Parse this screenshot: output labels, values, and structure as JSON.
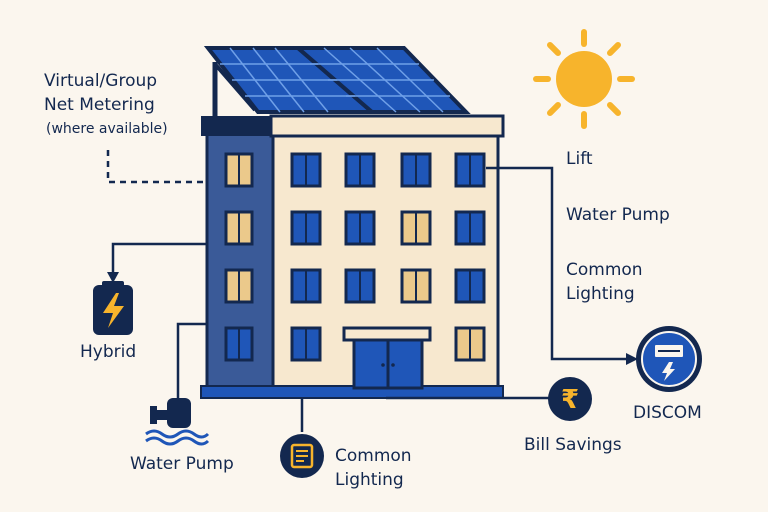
{
  "net_metering": {
    "line1": "Virtual/Group",
    "line2": "Net Metering",
    "line3": "(where available)"
  },
  "loads_right": {
    "lift": "Lift",
    "water_pump": "Water Pump",
    "common_lighting_line1": "Common",
    "common_lighting_line2": "Lighting"
  },
  "hybrid": {
    "label": "Hybrid"
  },
  "water_pump_bottom": {
    "label": "Water Pump"
  },
  "common_lighting_bottom": {
    "line1": "Common",
    "line2": "Lighting"
  },
  "bill_savings": {
    "label": "Bill Savings",
    "symbol": "₹"
  },
  "discom": {
    "label": "DISCOM"
  },
  "colors": {
    "navy": "#13284f",
    "blue": "#1f56b8",
    "building_blue": "#3a5a98",
    "cream": "#f7e8cf",
    "window_tan": "#ebc98b",
    "sun": "#f7b42c",
    "background": "#fbf6ee"
  },
  "icons": [
    "sun-icon",
    "solar-panel-icon",
    "battery-icon",
    "water-pump-icon",
    "lighting-icon",
    "rupee-icon",
    "meter-icon"
  ]
}
